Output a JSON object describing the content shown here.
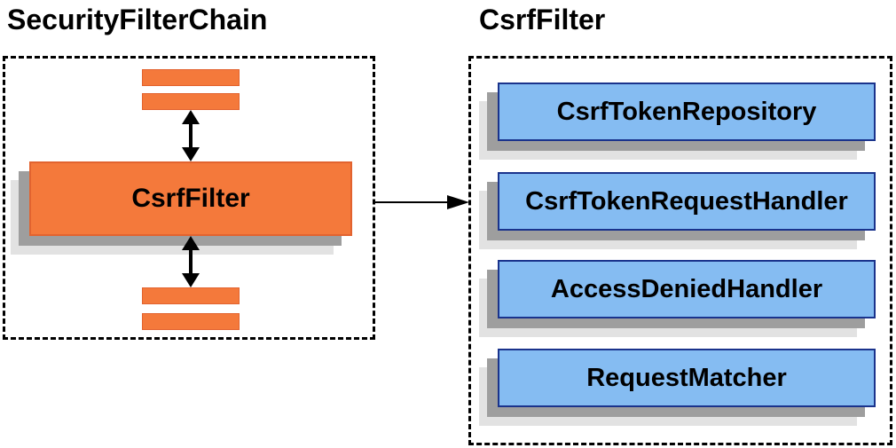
{
  "diagram": {
    "left": {
      "title": "SecurityFilterChain",
      "filter_box_label": "CsrfFilter"
    },
    "right": {
      "title": "CsrfFilter",
      "components": [
        "CsrfTokenRepository",
        "CsrfTokenRequestHandler",
        "AccessDeniedHandler",
        "RequestMatcher"
      ]
    }
  },
  "icons": {
    "vertical_connector": "bidirectional-arrow-icon",
    "panel_connector": "right-arrow-icon"
  },
  "colors": {
    "orange_fill": "#f4793b",
    "orange_border": "#e2632f",
    "blue_fill": "#85bcf2",
    "blue_border": "#1a338c",
    "shadow_dark": "#9e9e9e",
    "shadow_light": "#e2e2e2",
    "arrow_black": "#000000",
    "text_black": "#000000",
    "background": "#ffffff"
  }
}
